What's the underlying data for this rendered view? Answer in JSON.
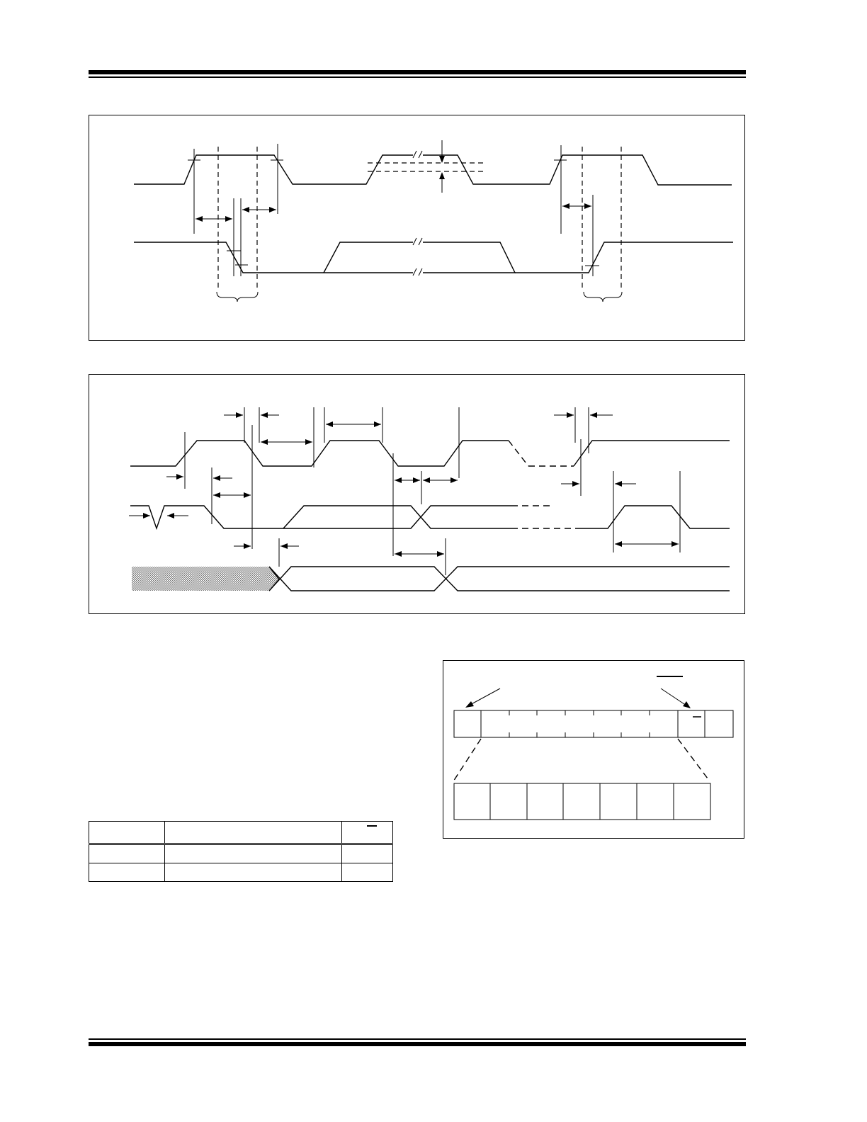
{
  "document": {
    "figures": [
      {
        "id": "bus-timing-start-stop",
        "kind": "timing-diagram",
        "waveforms": 2,
        "break_marks": true
      },
      {
        "id": "bus-timing-data",
        "kind": "timing-diagram",
        "waveforms": 3,
        "hatched_region": true
      },
      {
        "id": "control-byte-format",
        "kind": "byte-format-diagram",
        "top_cells": 10,
        "bottom_cells": 7
      }
    ],
    "table": {
      "id": "operation-table",
      "columns": 3,
      "header": [
        "",
        "",
        ""
      ],
      "rows": [
        [
          "",
          "",
          ""
        ],
        [
          "",
          "",
          ""
        ]
      ]
    }
  },
  "colors": {
    "ink": "#000000",
    "paper": "#ffffff",
    "hatch": "#9a9a9a"
  }
}
